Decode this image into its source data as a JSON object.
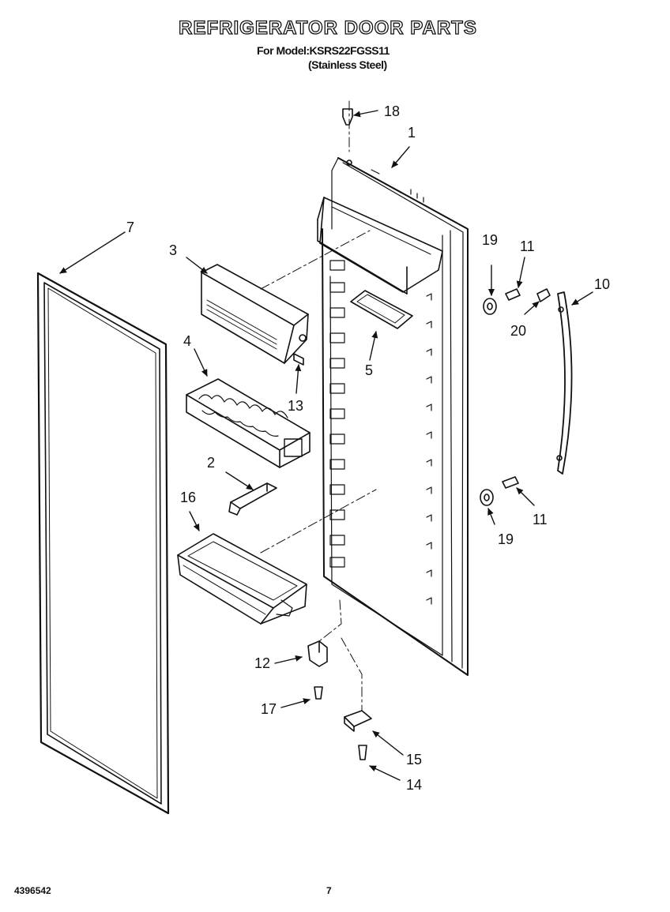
{
  "header": {
    "title": "REFRIGERATOR DOOR PARTS",
    "model_line": "For Model:KSRS22FGSS11",
    "material_line": "(Stainless Steel)"
  },
  "callouts": {
    "c1": "1",
    "c2": "2",
    "c3": "3",
    "c4": "4",
    "c5": "5",
    "c7": "7",
    "c10": "10",
    "c11a": "11",
    "c11b": "11",
    "c12": "12",
    "c13": "13",
    "c14": "14",
    "c15": "15",
    "c16": "16",
    "c17": "17",
    "c18": "18",
    "c19a": "19",
    "c19b": "19",
    "c20": "20"
  },
  "footer": {
    "document_number": "4396542",
    "page_number": "7"
  }
}
